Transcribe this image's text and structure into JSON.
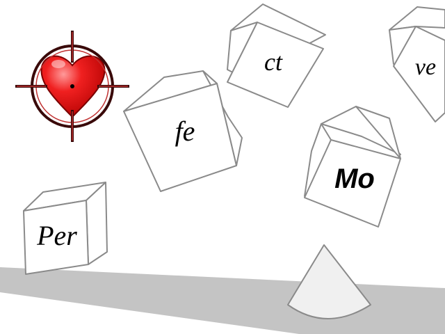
{
  "blocks": [
    {
      "id": "per",
      "label": "Per"
    },
    {
      "id": "fe",
      "label": "fe"
    },
    {
      "id": "ct",
      "label": "ct"
    },
    {
      "id": "mo",
      "label": "Mo"
    },
    {
      "id": "ve",
      "label": "ve"
    }
  ],
  "colors": {
    "floor": "#c4c4c4",
    "block_edge": "#8a8a8a",
    "heart": "#e8141c",
    "crosshair": "#3a0a0a"
  },
  "icons": {
    "cursor": "heart-crosshair-icon",
    "shooter": "cone-icon"
  }
}
